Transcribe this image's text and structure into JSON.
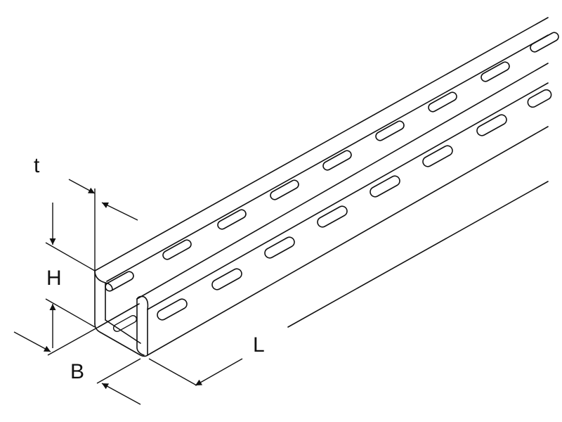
{
  "diagram": {
    "labels": {
      "thickness": "t",
      "height": "H",
      "width": "B",
      "length": "L"
    },
    "colors": {
      "line": "#111111",
      "background": "#ffffff"
    }
  }
}
